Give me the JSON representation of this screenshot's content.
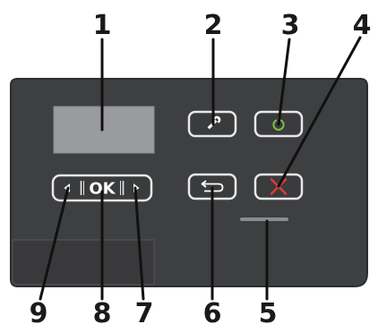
{
  "callouts": [
    "1",
    "2",
    "3",
    "4",
    "5",
    "6",
    "7",
    "8",
    "9"
  ],
  "buttons": {
    "ok_label": "OK"
  },
  "colors": {
    "panel": "#3e3f41",
    "panel_edge": "#2c2d2f",
    "display": "#9a9b9e",
    "button_face": "#3a3b3d",
    "button_border": "#e8e8e8",
    "power_icon": "#7ac043",
    "cancel_icon": "#e53935",
    "indicator_light": "#8a8b8d",
    "callout_line": "#111111"
  },
  "icons": {
    "settings": "wrench-icon",
    "power": "power-icon",
    "cancel": "x-icon",
    "back": "back-arrow-icon",
    "left": "left-arrow-icon",
    "right": "right-arrow-icon"
  }
}
